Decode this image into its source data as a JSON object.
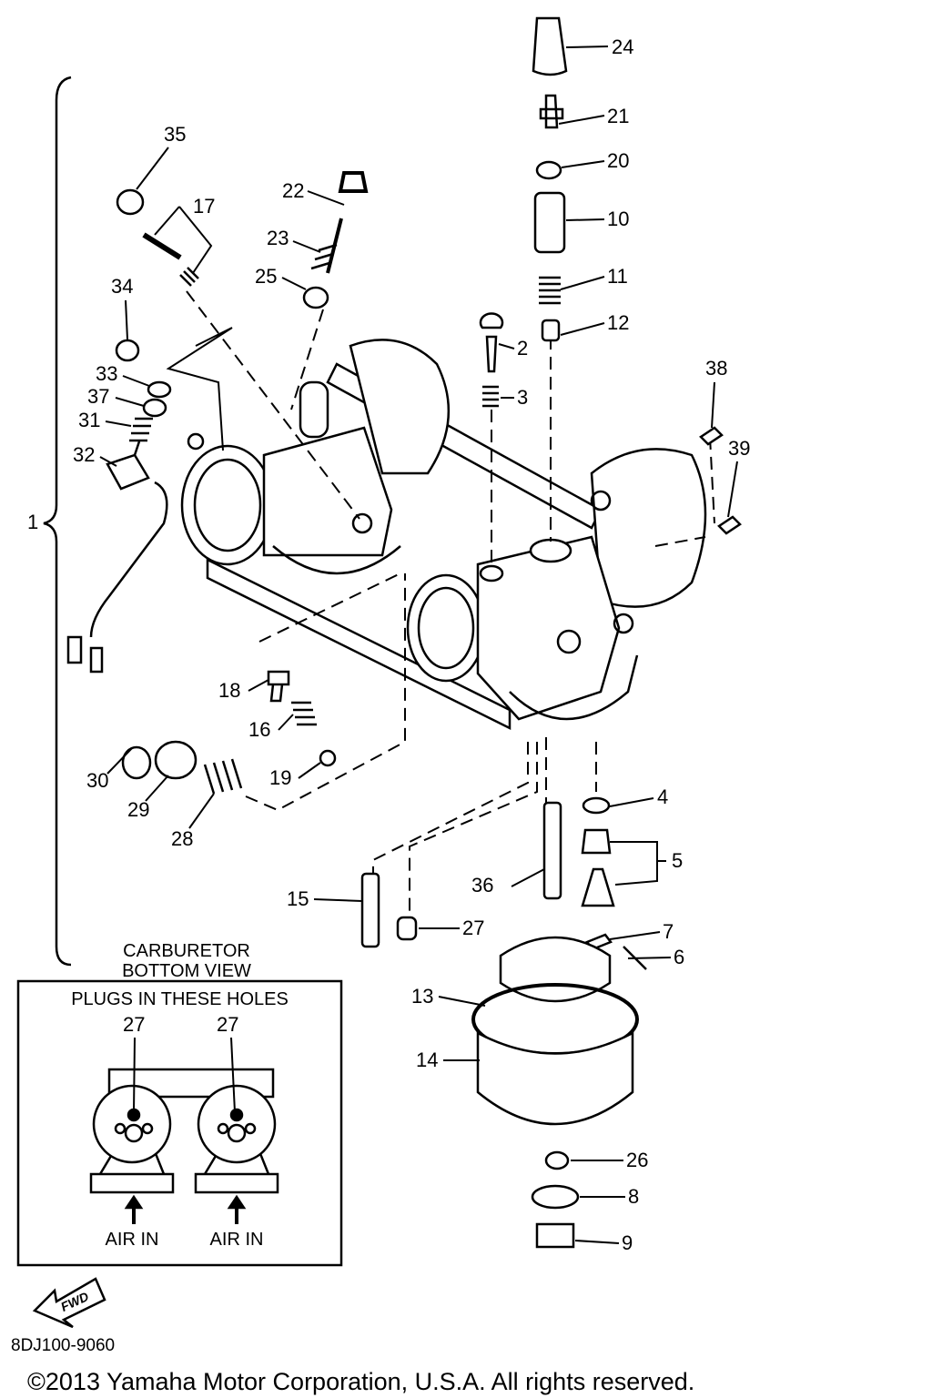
{
  "callouts": [
    "1",
    "2",
    "3",
    "4",
    "5",
    "6",
    "7",
    "8",
    "9",
    "10",
    "11",
    "12",
    "13",
    "14",
    "15",
    "16",
    "17",
    "18",
    "19",
    "20",
    "21",
    "22",
    "23",
    "24",
    "25",
    "26",
    "27",
    "28",
    "29",
    "30",
    "31",
    "32",
    "33",
    "34",
    "35",
    "36",
    "37",
    "38",
    "39"
  ],
  "inset": {
    "title_line1": "CARBURETOR",
    "title_line2": "BOTTOM VIEW",
    "heading": "PLUGS IN THESE HOLES",
    "plug_labels": [
      "27",
      "27"
    ],
    "air_labels": [
      "AIR IN",
      "AIR IN"
    ]
  },
  "fwd_label": "FWD",
  "diagram_code": "8DJ100-9060",
  "copyright": "©2013 Yamaha Motor Corporation, U.S.A. All rights reserved."
}
